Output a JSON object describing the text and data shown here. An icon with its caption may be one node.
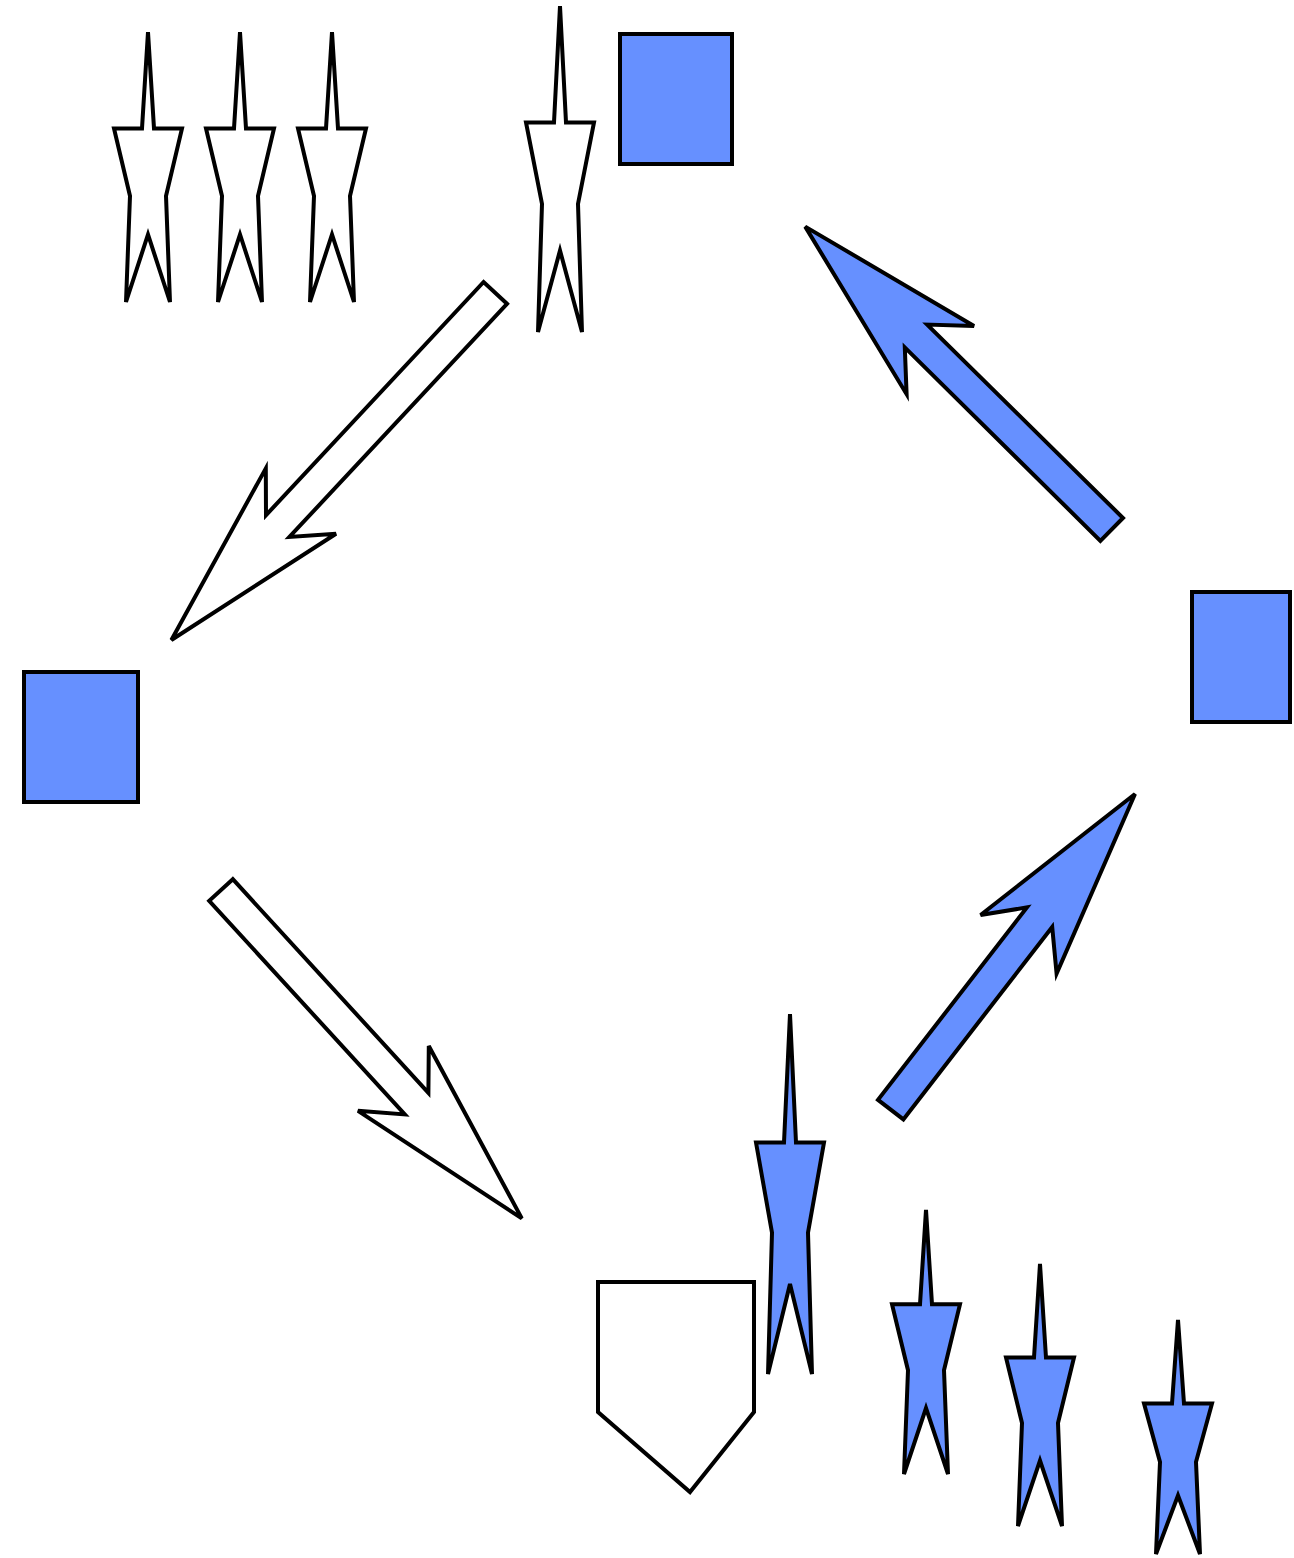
{
  "diagram": {
    "nodes": [
      {
        "text": [],
        "shape": "box"
      },
      {
        "text": [],
        "shape": "box"
      },
      {
        "text": [],
        "shape": "box"
      },
      {
        "text": [],
        "shape": "pentagon"
      }
    ],
    "edges": [
      {
        "from": 0,
        "to": 2,
        "arrow": "to"
      },
      {
        "from": 2,
        "to": 3,
        "arrow": "to"
      },
      {
        "from": 3,
        "to": 1,
        "arrow": "to",
        "color": "#6690ff"
      },
      {
        "from": 1,
        "to": 0,
        "arrow": "to",
        "color": "#6690ff"
      }
    ]
  }
}
